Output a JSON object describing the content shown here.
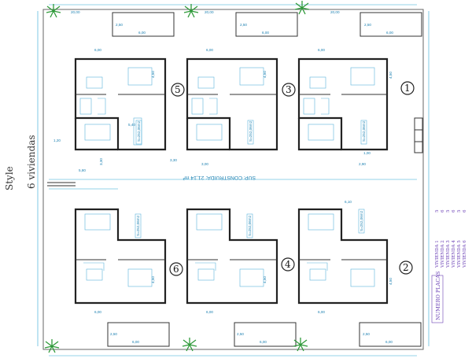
{
  "title_note": {
    "line1": "Style",
    "line2": "6 viviendas"
  },
  "area_note": "SUP. CONSTRUIDA: 21,14 m²",
  "legend": {
    "box_label": "NUMERO PLACAS",
    "rows": [
      {
        "label": "VIVIENDA 1",
        "value": "5"
      },
      {
        "label": "VIVIENDA 2",
        "value": "6"
      },
      {
        "label": "VIVIENDA 3",
        "value": "5"
      },
      {
        "label": "VIVIENDA 4",
        "value": "6"
      },
      {
        "label": "VIVIENDA 5",
        "value": "5"
      },
      {
        "label": "VIVIENDA 6",
        "value": "6"
      }
    ]
  },
  "unit_numbers": {
    "u1": "1",
    "u2": "2",
    "u3": "3",
    "u4": "4",
    "u5": "5",
    "u6": "6"
  },
  "unit_area_tags": {
    "u1": "S=252,06m2",
    "u3": "S=252,06m2",
    "u5": "S=252,06m2",
    "u2": "S=252,06m2",
    "u4": "S=252,06m2",
    "u6": "S=252,06m2"
  },
  "dims": {
    "top_1": "20,00",
    "top_2": "20,00",
    "top_3": "20,00",
    "pool": "2,50",
    "pool_len": "6,00",
    "d450": "4,50",
    "d540": "5,40",
    "d330": "3,30",
    "d120": "1,20",
    "d580": "5,80",
    "d600": "6,00",
    "d300": "3,00",
    "d200": "2,00",
    "d100": "1,00",
    "d290": "2,90",
    "d610": "6,10"
  },
  "icons": {
    "palm": "palm-tree-icon"
  },
  "colors": {
    "dimension": "#2aa7d6",
    "note": "#6a3fb5",
    "vegetation": "#2f9a3a"
  }
}
